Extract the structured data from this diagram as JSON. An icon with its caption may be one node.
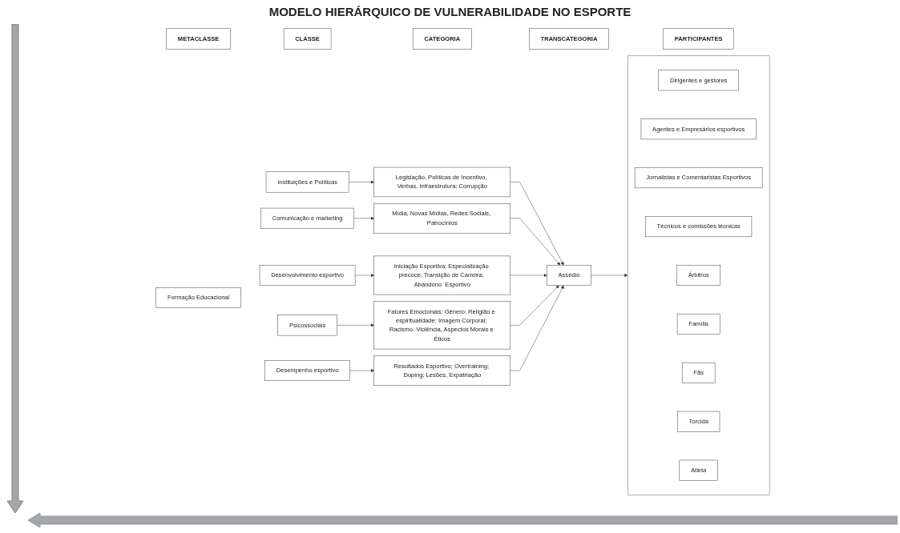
{
  "diagram": {
    "title": "MODELO HIERÁRQUICO DE VULNERABILIDADE NO ESPORTE",
    "nodes": [
      {
        "text": [
          "METACLASSE"
        ]
      },
      {
        "text": [
          "CLASSE"
        ]
      },
      {
        "text": [
          "CATEGORIA"
        ]
      },
      {
        "text": [
          "TRANSCATEGORIA"
        ]
      },
      {
        "text": [
          "PARTICIPANTES"
        ]
      },
      {
        "text": [
          "Formação Educacional"
        ]
      },
      {
        "text": [
          "Instituições e Políticas"
        ]
      },
      {
        "text": [
          "Legislação, Políticas de Incentivo, Verbas, Infraestrutura; Corrupção"
        ]
      },
      {
        "text": [
          "Comunicação e marketing"
        ]
      },
      {
        "text": [
          "Mídia, Novas Mídias, Redes Sociais, Patrocínios"
        ]
      },
      {
        "text": [
          "Desenvolvimento esportivo"
        ]
      },
      {
        "text": [
          "Iniciação Esportiva; Especialização precoce; Transição de Carreira; Abandono  Esportivo"
        ]
      },
      {
        "text": [
          "Psicossociais"
        ]
      },
      {
        "text": [
          "Fatores Emocionais; Gênero; Religião e espiritualidade; Imagem Corporal; Racismo, Violência, Aspectos Morais e Éticos"
        ]
      },
      {
        "text": [
          "Desempenho esportivo"
        ]
      },
      {
        "text": [
          "Resultados Esportivo; Overtraining; Doping; Lesões, Expatriação"
        ]
      },
      {
        "text": [
          "Assédio"
        ]
      },
      {
        "text": [],
        "shape": "box"
      },
      {
        "text": [
          "Dirigentes e gestores"
        ],
        "in": 17
      },
      {
        "text": [
          "Agentes e Empresários esportivos"
        ],
        "in": 17
      },
      {
        "text": [
          "Jornalistas e Comentaristas Esportivos"
        ],
        "in": 17
      },
      {
        "text": [
          "Técnicos e comissões técnicas"
        ],
        "in": 17
      },
      {
        "text": [
          "Árbitros"
        ],
        "in": 17
      },
      {
        "text": [
          "Família"
        ],
        "in": 17
      },
      {
        "text": [
          "Fãs"
        ],
        "in": 17
      },
      {
        "text": [
          "Torcida"
        ],
        "in": 17
      },
      {
        "text": [
          "Atleta"
        ],
        "in": 17
      }
    ],
    "edges": [
      {
        "from": 6,
        "to": 7,
        "arrow": "to"
      },
      {
        "from": 7,
        "to": 16,
        "arrow": "to"
      },
      {
        "from": 8,
        "to": 9,
        "arrow": "to"
      },
      {
        "from": 9,
        "to": 16,
        "arrow": "to"
      },
      {
        "from": 10,
        "to": 11,
        "arrow": "to"
      },
      {
        "from": 11,
        "to": 16,
        "arrow": "to"
      },
      {
        "from": 12,
        "to": 13,
        "arrow": "to"
      },
      {
        "from": 13,
        "to": 16,
        "arrow": "to"
      },
      {
        "from": 14,
        "to": 15,
        "arrow": "to"
      },
      {
        "from": 15,
        "to": 16,
        "arrow": "to"
      },
      {
        "from": 16,
        "to": 17,
        "arrow": "to"
      }
    ]
  }
}
